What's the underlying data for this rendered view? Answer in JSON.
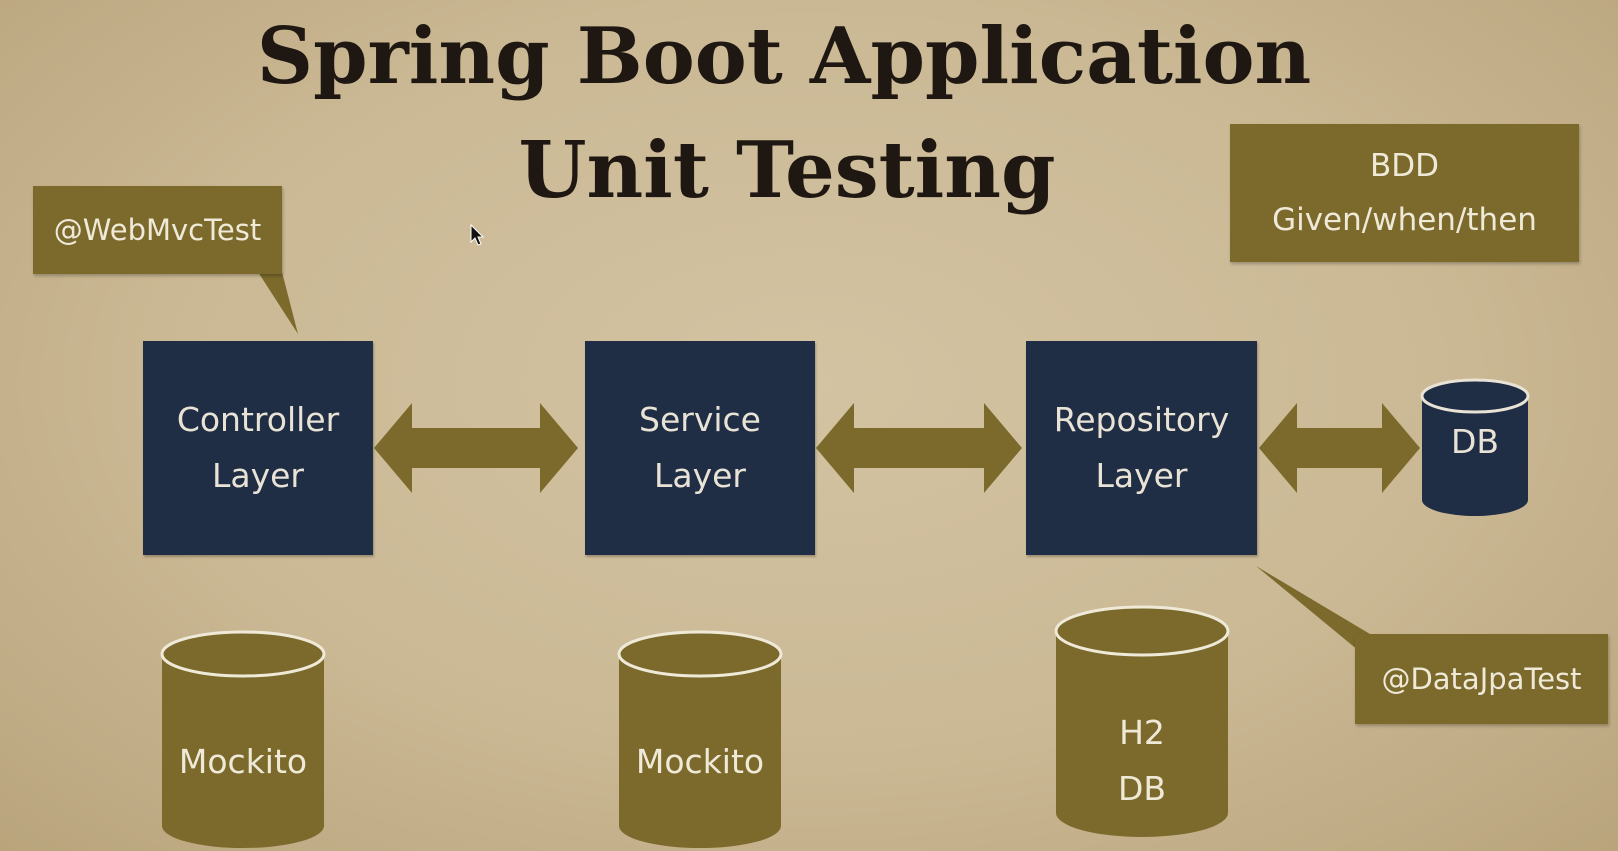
{
  "title": {
    "line1": "Spring Boot Application",
    "line2": "Unit Testing"
  },
  "tags": {
    "webmvc": "@WebMvcTest",
    "datajpa": "@DataJpaTest",
    "bdd_line1": "BDD",
    "bdd_line2": "Given/when/then"
  },
  "layers": {
    "controller": [
      "Controller",
      "Layer"
    ],
    "service": [
      "Service",
      "Layer"
    ],
    "repository": [
      "Repository",
      "Layer"
    ]
  },
  "cylinders": {
    "db": "DB",
    "mockito_controller": "Mockito",
    "mockito_service": "Mockito",
    "h2_line1": "H2",
    "h2_line2": "DB"
  },
  "colors": {
    "background": "#cbb995",
    "box_navy": "#1f2d45",
    "olive": "#7c6a2c",
    "title_text": "#1f1812",
    "light_text": "#efe9d8"
  }
}
